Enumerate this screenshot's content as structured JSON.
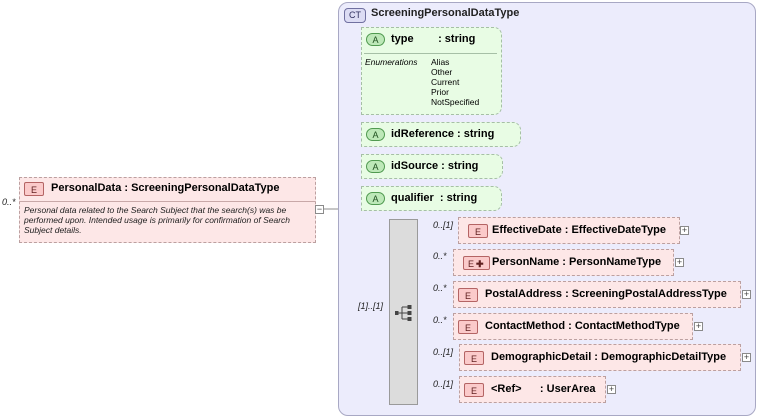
{
  "root_element": {
    "badge": "E",
    "label": "PersonalData : ScreeningPersonalDataType",
    "cardinality": "0..*",
    "documentation": "Personal data related to the Search Subject that the search(s) was be performed upon. Intended usage is primarily for confirmation of Search Subject details.",
    "collapse_symbol": "−"
  },
  "complex_type": {
    "badge": "CT",
    "name": "ScreeningPersonalDataType",
    "attributes": [
      {
        "badge": "A",
        "label": "type        : string",
        "enumerations_label": "Enumerations",
        "enumerations": [
          "Alias",
          "Other",
          "Current",
          "Prior",
          "NotSpecified"
        ]
      },
      {
        "badge": "A",
        "label": "idReference : string"
      },
      {
        "badge": "A",
        "label": "idSource : string"
      },
      {
        "badge": "A",
        "label": "qualifier  : string"
      }
    ],
    "sequence_cardinality": "[1]..[1]",
    "children": [
      {
        "cardinality": "0..[1]",
        "badge": "E",
        "label": "EffectiveDate : EffectiveDateType",
        "expand": "+"
      },
      {
        "cardinality": "0..*",
        "badge": "E",
        "label": "PersonName : PersonNameType",
        "expand": "+",
        "has_children_icon": true
      },
      {
        "cardinality": "0..*",
        "badge": "E",
        "label": "PostalAddress : ScreeningPostalAddressType",
        "expand": "+"
      },
      {
        "cardinality": "0..*",
        "badge": "E",
        "label": "ContactMethod : ContactMethodType",
        "expand": "+"
      },
      {
        "cardinality": "0..[1]",
        "badge": "E",
        "label": "DemographicDetail : DemographicDetailType",
        "expand": "+"
      },
      {
        "cardinality": "0..[1]",
        "badge": "E",
        "label": "<Ref>      : UserArea",
        "expand": "+"
      }
    ]
  },
  "colors": {
    "element_fill": "#fde7e7",
    "attribute_fill": "#e8fce4",
    "complex_type_fill": "#ececfc",
    "connector": "#8c8c8c"
  }
}
